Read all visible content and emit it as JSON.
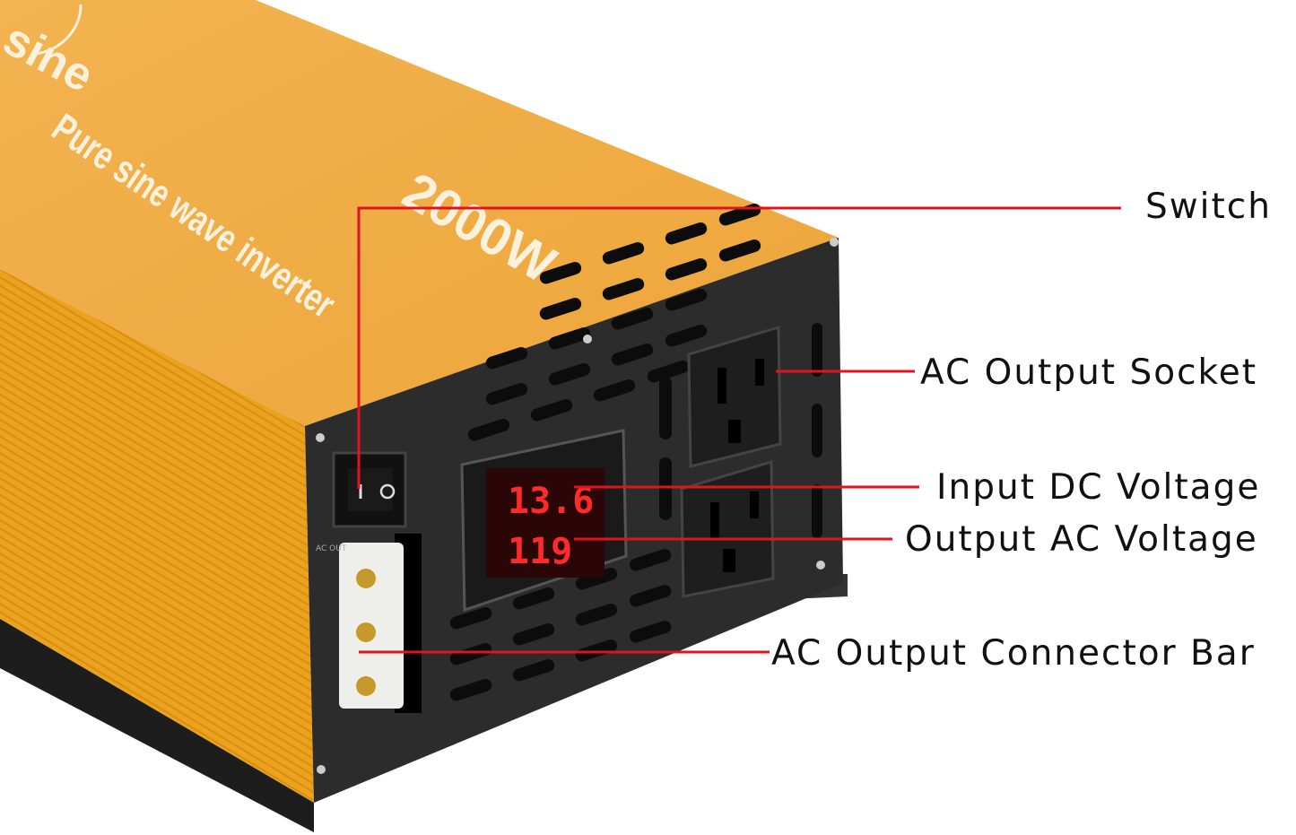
{
  "product": {
    "logo_text": "sine",
    "model_text": "Pure sine wave inverter",
    "power_text": "2000W",
    "panel_label": "AC OUT",
    "colors": {
      "body": "#f0a830",
      "panel": "#2b2b2b",
      "callout": "#e0141e",
      "display": "#ff2a2a"
    }
  },
  "display": {
    "input_dc": "13.6",
    "output_ac": "119"
  },
  "callouts": [
    {
      "label": "Switch"
    },
    {
      "label": "AC Output Socket"
    },
    {
      "label": "Input DC Voltage"
    },
    {
      "label": "Output AC Voltage"
    },
    {
      "label": "AC Output Connector Bar"
    }
  ]
}
